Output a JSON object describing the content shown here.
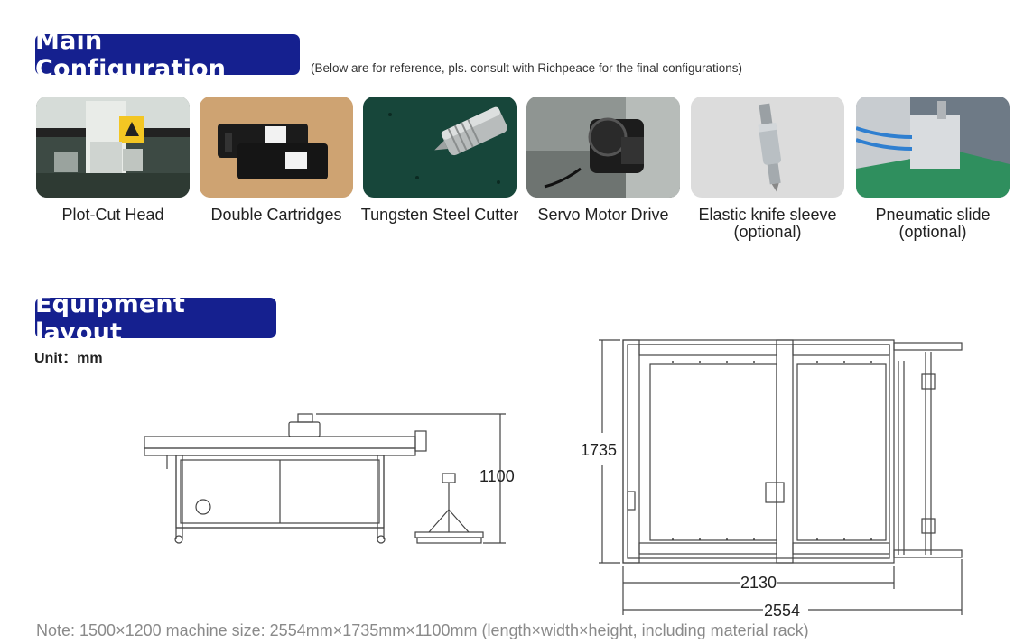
{
  "main_config": {
    "title": "Main Configuration",
    "subtitle": "(Below are for reference, pls. consult with Richpeace for the final configurations)",
    "items": [
      {
        "label": "Plot-Cut Head",
        "sub": ""
      },
      {
        "label": "Double Cartridges",
        "sub": ""
      },
      {
        "label": "Tungsten Steel Cutter",
        "sub": ""
      },
      {
        "label": "Servo Motor Drive",
        "sub": ""
      },
      {
        "label": "Elastic knife sleeve",
        "sub": "(optional)"
      },
      {
        "label": "Pneumatic slide",
        "sub": "(optional)"
      }
    ]
  },
  "layout": {
    "title": "Equipment layout",
    "unit": "Unit：mm",
    "dims": {
      "height": "1100",
      "width": "1735",
      "inner_length": "2130",
      "total_length": "2554"
    }
  },
  "note": "Note: 1500×1200 machine size: 2554mm×1735mm×1100mm (length×width×height, including material rack)",
  "colors": {
    "banner": "#15208f",
    "note": "#8a8a8a"
  }
}
